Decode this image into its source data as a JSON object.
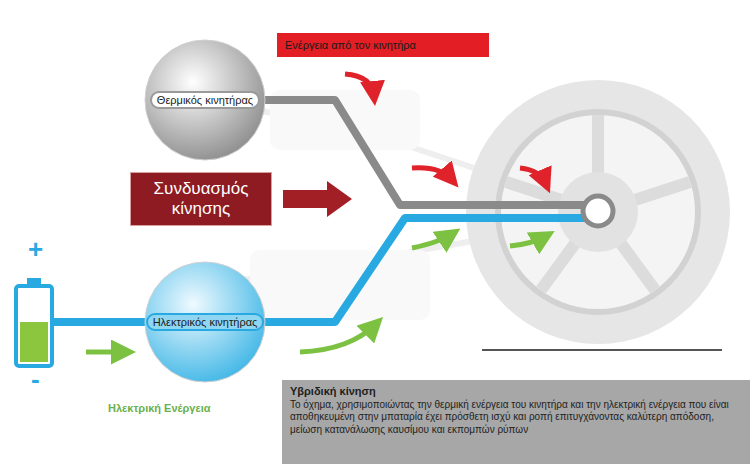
{
  "diagram": {
    "nodes": [
      {
        "text": [
          "Ενέργεια από τον κινητήρα"
        ]
      },
      {
        "text": [
          "Θερμικός κινητήρας"
        ]
      },
      {
        "text": [
          "Συνδυασμός κίνησης"
        ]
      },
      {
        "text": [
          "Ηλεκτρικός κινητήρας"
        ]
      },
      {
        "text": [
          "Υβριδική κίνηση",
          "Το όχημα, χρησιμοποιώντας την θερμική ενέργεια του κινητήρα και την ηλεκτρική ενέργεια που είναι αποθηκευμένη στην μπαταρία έχει πρόσθετη ισχύ και ροπή επιτυγχάνοντας καλύτερη απόδοση, μείωση κατανάλωσης καυσίμου και εκπομπών ρύπων"
        ]
      }
    ],
    "labels": [
      "+",
      "-",
      "Ηλεκτρική Ενέργεια"
    ]
  }
}
